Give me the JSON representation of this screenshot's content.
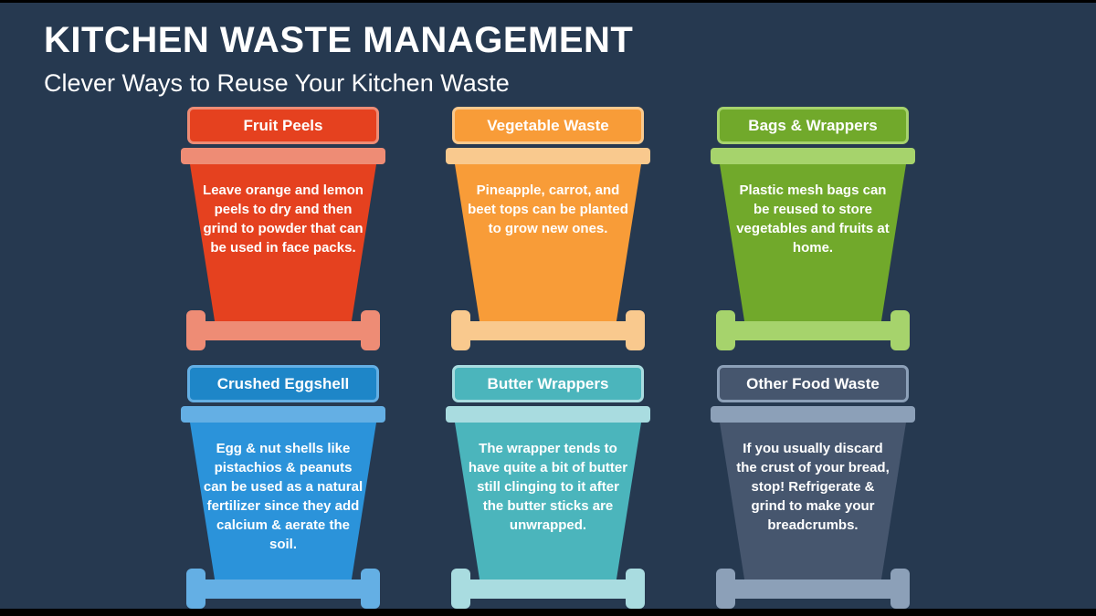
{
  "slide": {
    "title": "KITCHEN WASTE MANAGEMENT",
    "subtitle": "Clever Ways to Reuse Your Kitchen Waste",
    "background_color": "#263950",
    "text_color": "#FFFFFF"
  },
  "bins": [
    {
      "label": "Fruit Peels",
      "description": "Leave orange and lemon peels to dry and then grind to powder that can be used in face packs.",
      "fill": "#E5411F",
      "header_fill": "#E5411F",
      "trim": "#EE8C75"
    },
    {
      "label": "Vegetable Waste",
      "description": "Pineapple, carrot, and beet tops can be planted to grow new ones.",
      "fill": "#F89C38",
      "header_fill": "#F89C38",
      "trim": "#F9C98E"
    },
    {
      "label": "Bags & Wrappers",
      "description": "Plastic mesh bags can be reused to store vegetables and fruits at home.",
      "fill": "#71A92B",
      "header_fill": "#71A92B",
      "trim": "#A6D36C"
    },
    {
      "label": "Crushed Eggshell",
      "description": "Egg & nut shells like pistachios & peanuts can be used as a natural fertilizer since they add calcium & aerate the soil.",
      "fill": "#2B93DA",
      "header_fill": "#1E86C8",
      "trim": "#64AFE4"
    },
    {
      "label": "Butter Wrappers",
      "description": "The wrapper tends to have quite a bit of butter still clinging to it after the butter sticks are unwrapped.",
      "fill": "#4BB5BC",
      "header_fill": "#4BB5BC",
      "trim": "#A9DCE0"
    },
    {
      "label": "Other Food Waste",
      "description": "If you usually discard the crust of your bread, stop! Refrigerate & grind to make your breadcrumbs.",
      "fill": "#46566E",
      "header_fill": "#46566E",
      "trim": "#8CA0B8"
    }
  ]
}
